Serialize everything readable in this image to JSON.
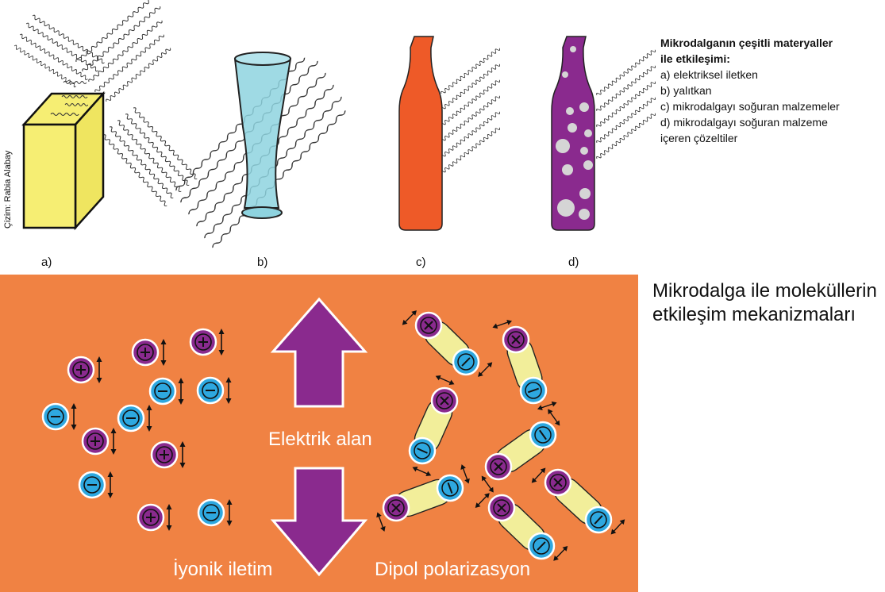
{
  "legend": {
    "title_line1": "Mikrodalganın çeşitli materyaller",
    "title_line2": "ile etkileşimi:",
    "items": [
      "a) elektriksel iletken",
      "b) yalıtkan",
      "c) mikrodalgayı soğuran malzemeler",
      "d) mikrodalgayı soğuran malzeme",
      "içeren çözeltiler"
    ]
  },
  "sub_labels": {
    "a": "a)",
    "b": "b)",
    "c": "c)",
    "d": "d)"
  },
  "credit": "Çizim: Rabia Alabay",
  "mechanisms_title_line1": "Mikrodalga ile moleküllerin",
  "mechanisms_title_line2": "etkileşim mekanizmaları",
  "panel": {
    "field_label": "Elektrik alan",
    "ionic_label": "İyonik iletim",
    "dipole_label": "Dipol polarizasyon"
  },
  "colors": {
    "panel_bg": "#F08243",
    "purple": "#8A2A8E",
    "cyan": "#2EA8E0",
    "yellow_box": "#F6EE73",
    "glass": "#8ED3DF",
    "orange_bottle": "#EE5A28",
    "dipole_body": "#F2EE9A"
  },
  "icons": {
    "plus_ion": "plus-ion-icon",
    "minus_ion": "minus-ion-icon",
    "arrow_up": "arrow-up-icon",
    "arrow_down": "arrow-down-icon",
    "double_arrow": "double-arrow-icon"
  }
}
